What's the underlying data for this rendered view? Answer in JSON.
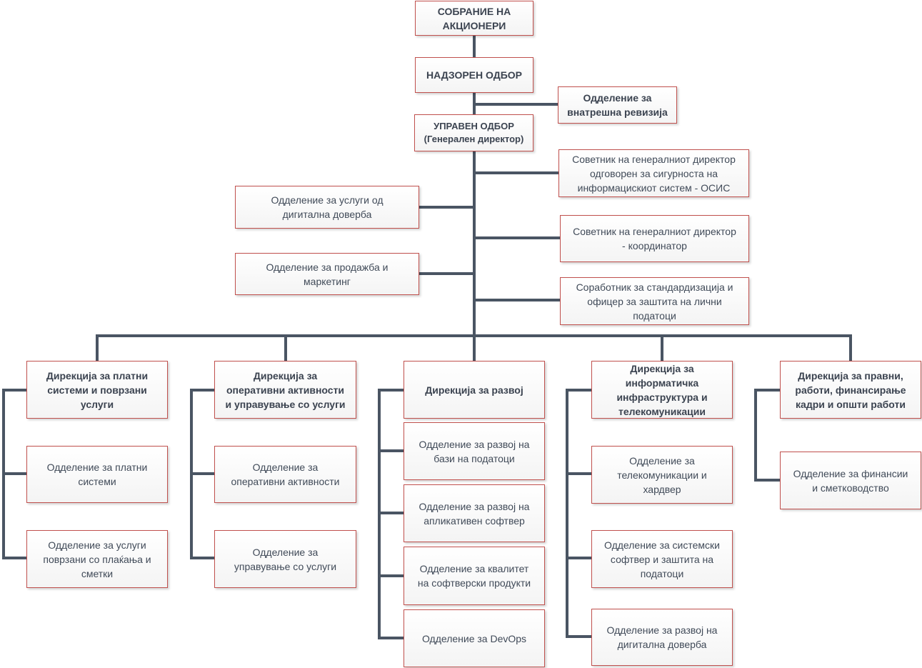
{
  "top": {
    "shareholders": "СОБРАНИЕ НА\nАКЦИОНЕРИ",
    "supervisory_board": "НАДЗОРЕН ОДБОР",
    "internal_audit": "Одделение за\nвнатрешна ревизија",
    "management_board": "УПРАВЕН ОДБОР\n(Генерален директор)"
  },
  "staff": {
    "advisor_osis": "Советник на генералниот директор\nодговорен за сигурноста на\nинформацискиот систем - ОСИС",
    "advisor_coordinator": "Советник на генералниот директор\n- координатор",
    "associate_standardization": "Соработник за стандардизација и\nофицер за заштита на лични\nподатоци",
    "digital_trust": "Одделение за услуги од\nдигитална доверба",
    "sales_marketing": "Одделение за продажба и\nмаркетинг"
  },
  "directorates": [
    {
      "title": "Дирекција за платни\nсистеми и поврзани\nуслуги",
      "departments": [
        "Одделение за платни\nсистеми",
        "Одделение за услуги\nповрзани со плаќања и\nсметки"
      ]
    },
    {
      "title": "Дирекција за\nоперативни активности\nи управување со услуги",
      "departments": [
        "Одделение за\nоперативни активности",
        "Одделение за\nуправување со услуги"
      ]
    },
    {
      "title": "Дирекција за развој",
      "departments": [
        "Одделение за развој на\nбази на податоци",
        "Одделение за развој на\nапликативен софтвер",
        "Одделение за квалитет\nна софтверски продукти",
        "Одделение за DevOps"
      ]
    },
    {
      "title": "Дирекција за\nинформатичка\nинфраструктура и\nтелекомуникации",
      "departments": [
        "Одделение за\nтелекомуникации и\nхардвер",
        "Одделение за системски\nсофтвер и заштита на\nподатоци",
        "Одделение за развој на\nдигитална доверба"
      ]
    },
    {
      "title": "Дирекција за правни,\nработи, финансирање\nкадри и општи работи",
      "departments": [
        "Одделение за финансии\nи сметководство"
      ]
    }
  ],
  "colors": {
    "border": "#c0504d",
    "connector": "#4a5563",
    "text": "#404a58"
  }
}
